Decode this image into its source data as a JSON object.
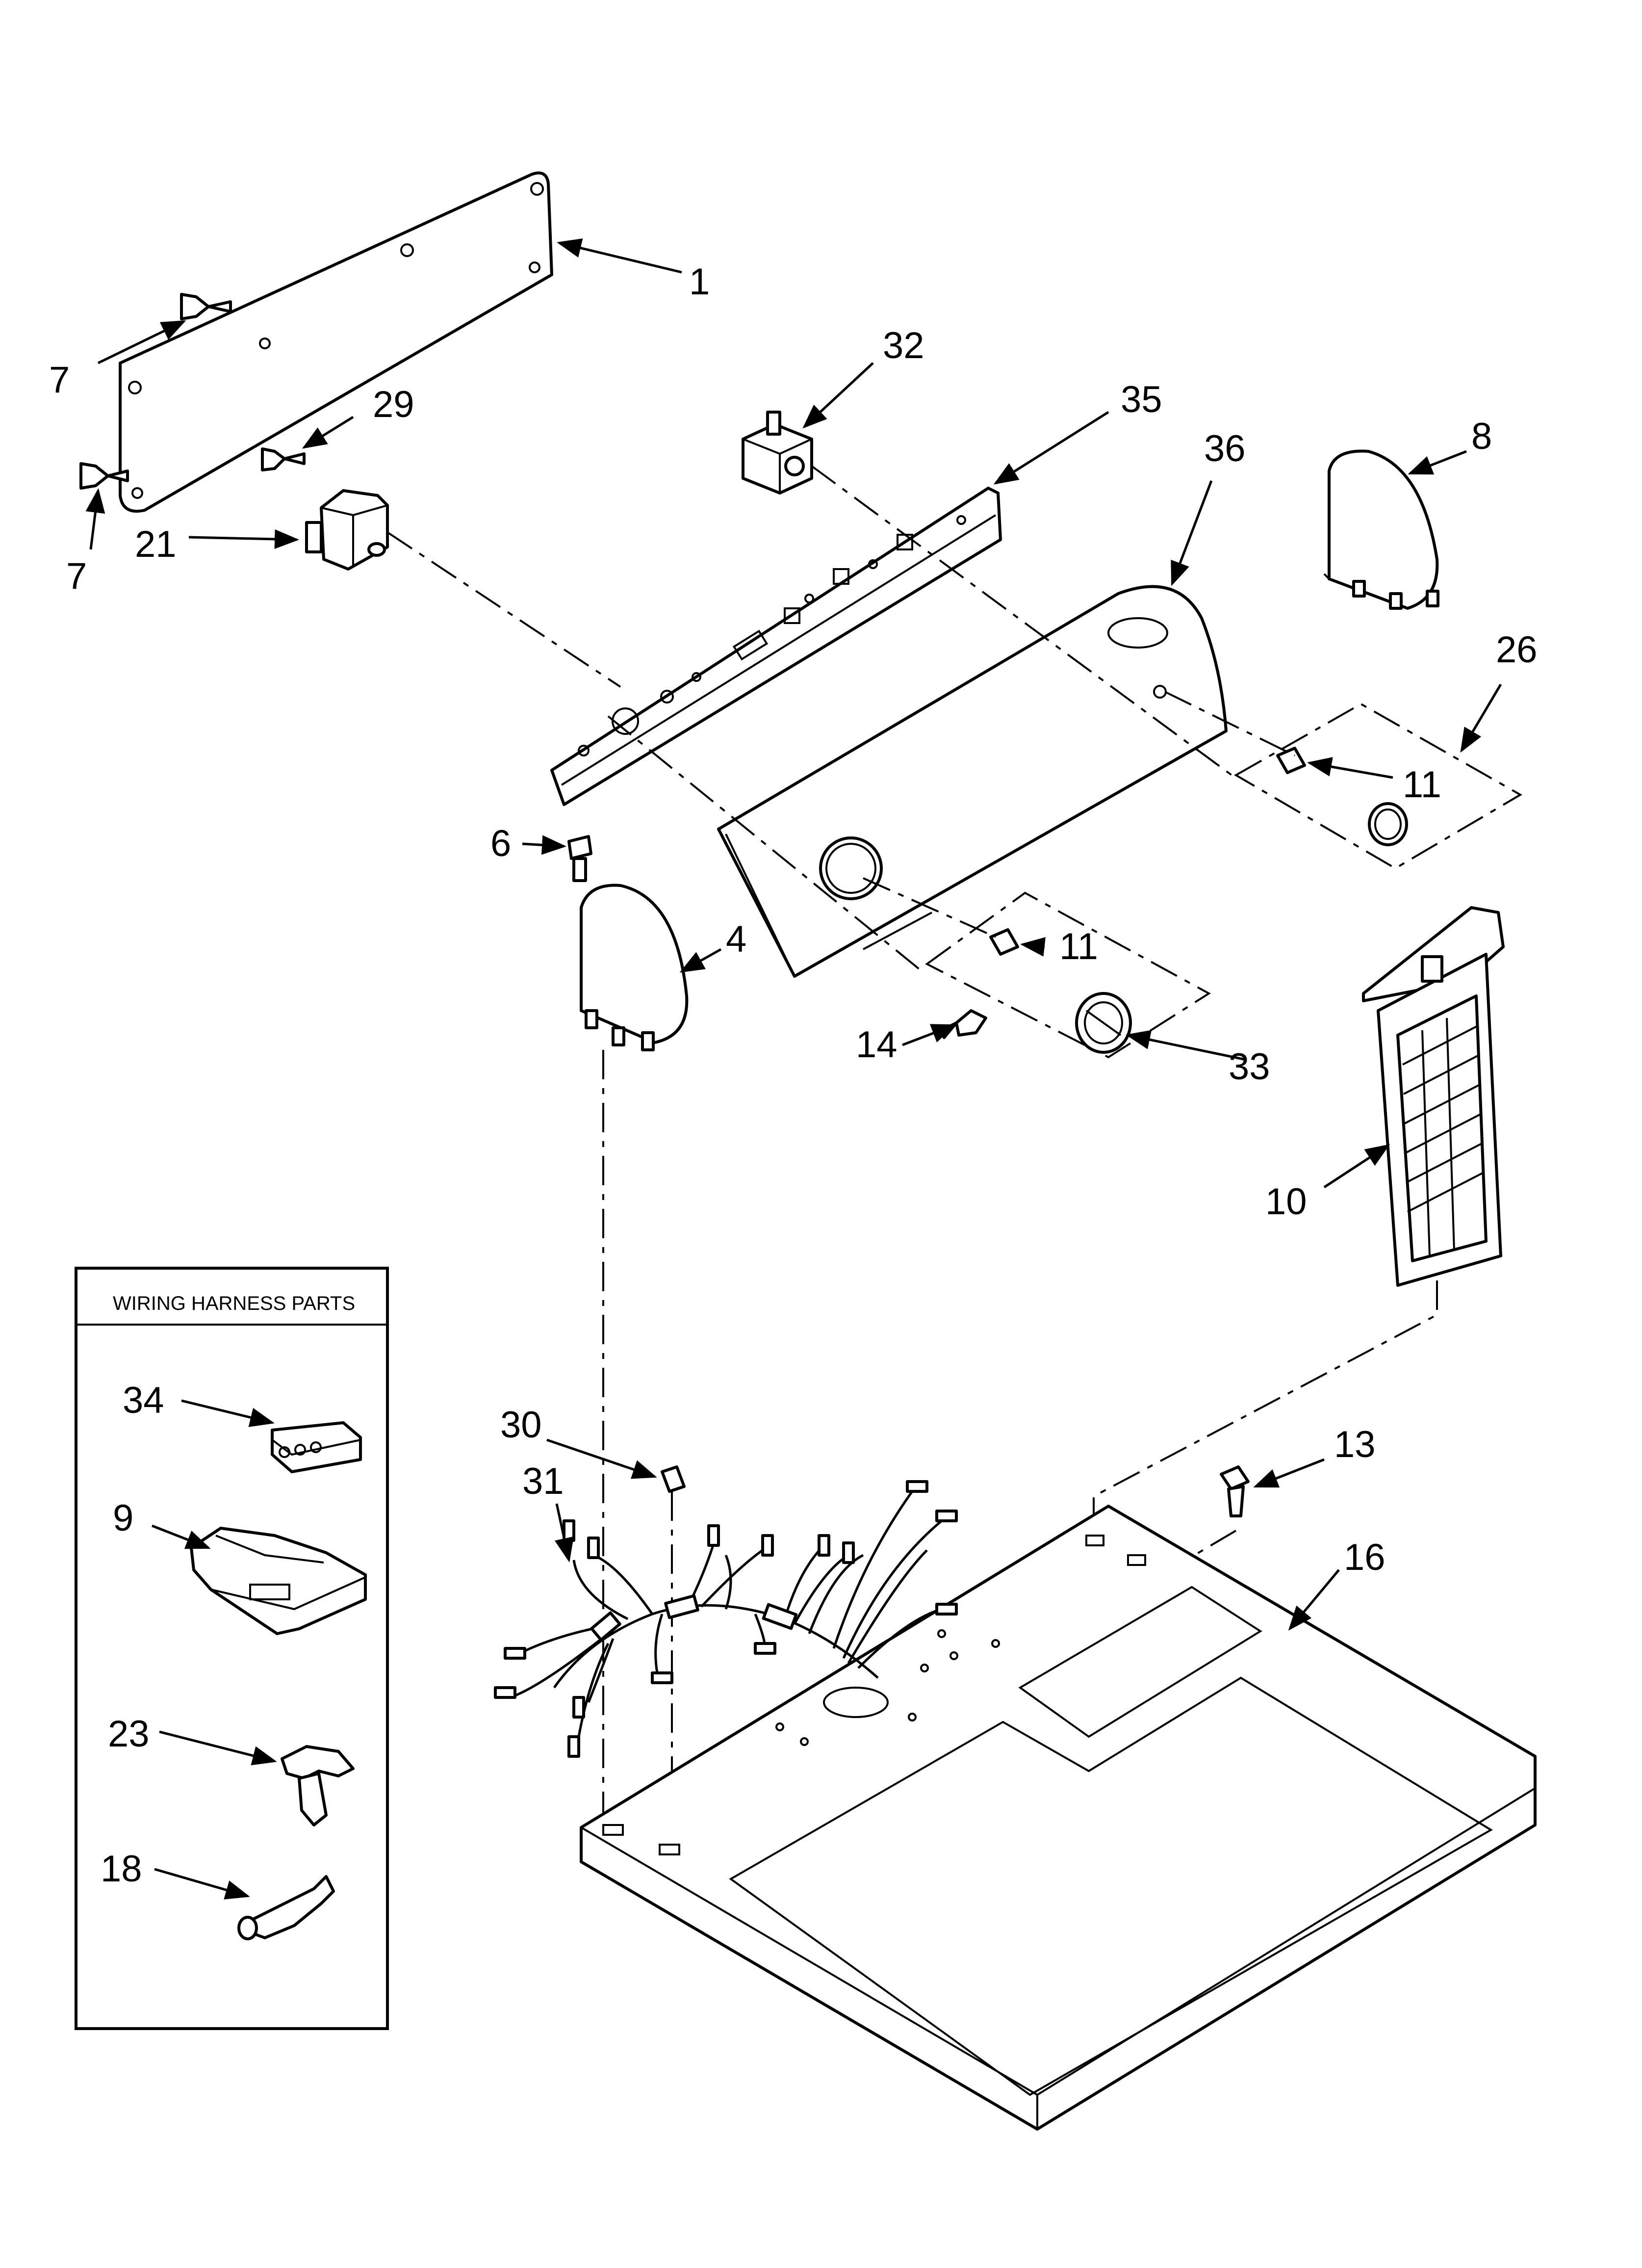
{
  "inset": {
    "title": "WIRING HARNESS PARTS"
  },
  "callouts": {
    "c1": "1",
    "c7a": "7",
    "c7b": "7",
    "c29": "29",
    "c21": "21",
    "c32": "32",
    "c35": "35",
    "c36": "36",
    "c8": "8",
    "c26": "26",
    "c11a": "11",
    "c6": "6",
    "c4": "4",
    "c11b": "11",
    "c14": "14",
    "c33": "33",
    "c10": "10",
    "c34": "34",
    "c9": "9",
    "c30": "30",
    "c31": "31",
    "c13": "13",
    "c16": "16",
    "c23": "23",
    "c18": "18"
  }
}
